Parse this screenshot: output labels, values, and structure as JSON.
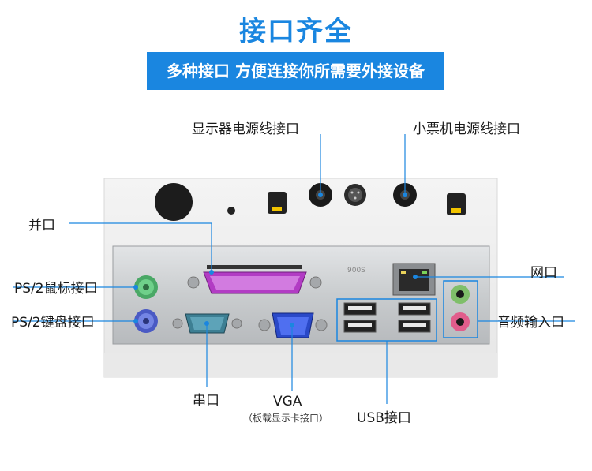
{
  "header": {
    "title": "接口齐全",
    "banner": "多种接口 方便连接你所需要外接设备"
  },
  "labels": {
    "display_power": "显示器电源线接口",
    "printer_power": "小票机电源线接口",
    "parallel": "并口",
    "ps2_mouse": "PS/2鼠标接口",
    "ps2_keyboard": "PS/2键盘接口",
    "network": "网口",
    "audio": "音频输入口",
    "serial": "串口",
    "vga": "VGA",
    "vga_note": "（板载显示卡接口）",
    "usb": "USB接口"
  },
  "colors": {
    "accent": "#1a86e0",
    "parallel_port": "#b23cc4",
    "serial_port": "#3d7f93",
    "vga_port": "#2a49c8",
    "ps2_mouse": "#5cc47a",
    "ps2_keyboard": "#5b6cd6",
    "audio_green": "#7fbf6a",
    "audio_pink": "#e15d8c"
  }
}
